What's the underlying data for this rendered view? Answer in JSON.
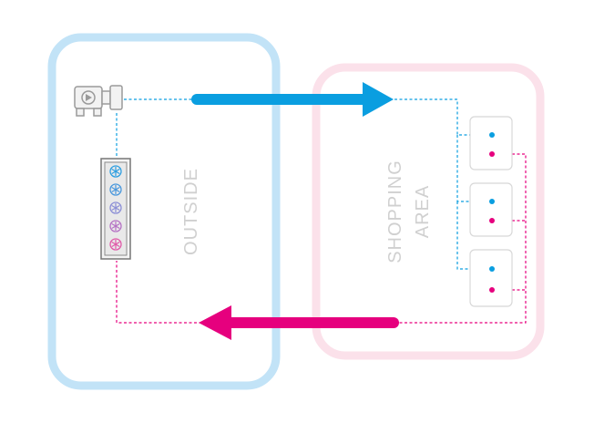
{
  "zones": {
    "outside": {
      "label": "OUTSIDE",
      "border_color": "#c2e3f7"
    },
    "shopping_area": {
      "label_line1": "SHOPPING",
      "label_line2": "AREA",
      "border_color": "#fbe1ea"
    }
  },
  "colors": {
    "supply": "#0a9ee0",
    "return": "#e6007e",
    "device_gray": "#9a9a9a",
    "fan_blue": "#2f9fe0",
    "fan_violet": "#8c8fd6",
    "fan_pink": "#e05aa8"
  },
  "icons": {
    "unit": "air-handling-unit-icon",
    "fan_array": "fan-array-icon",
    "terminal": "terminal-unit-icon"
  },
  "flows": {
    "supply_arrow": "right",
    "return_arrow": "left"
  }
}
